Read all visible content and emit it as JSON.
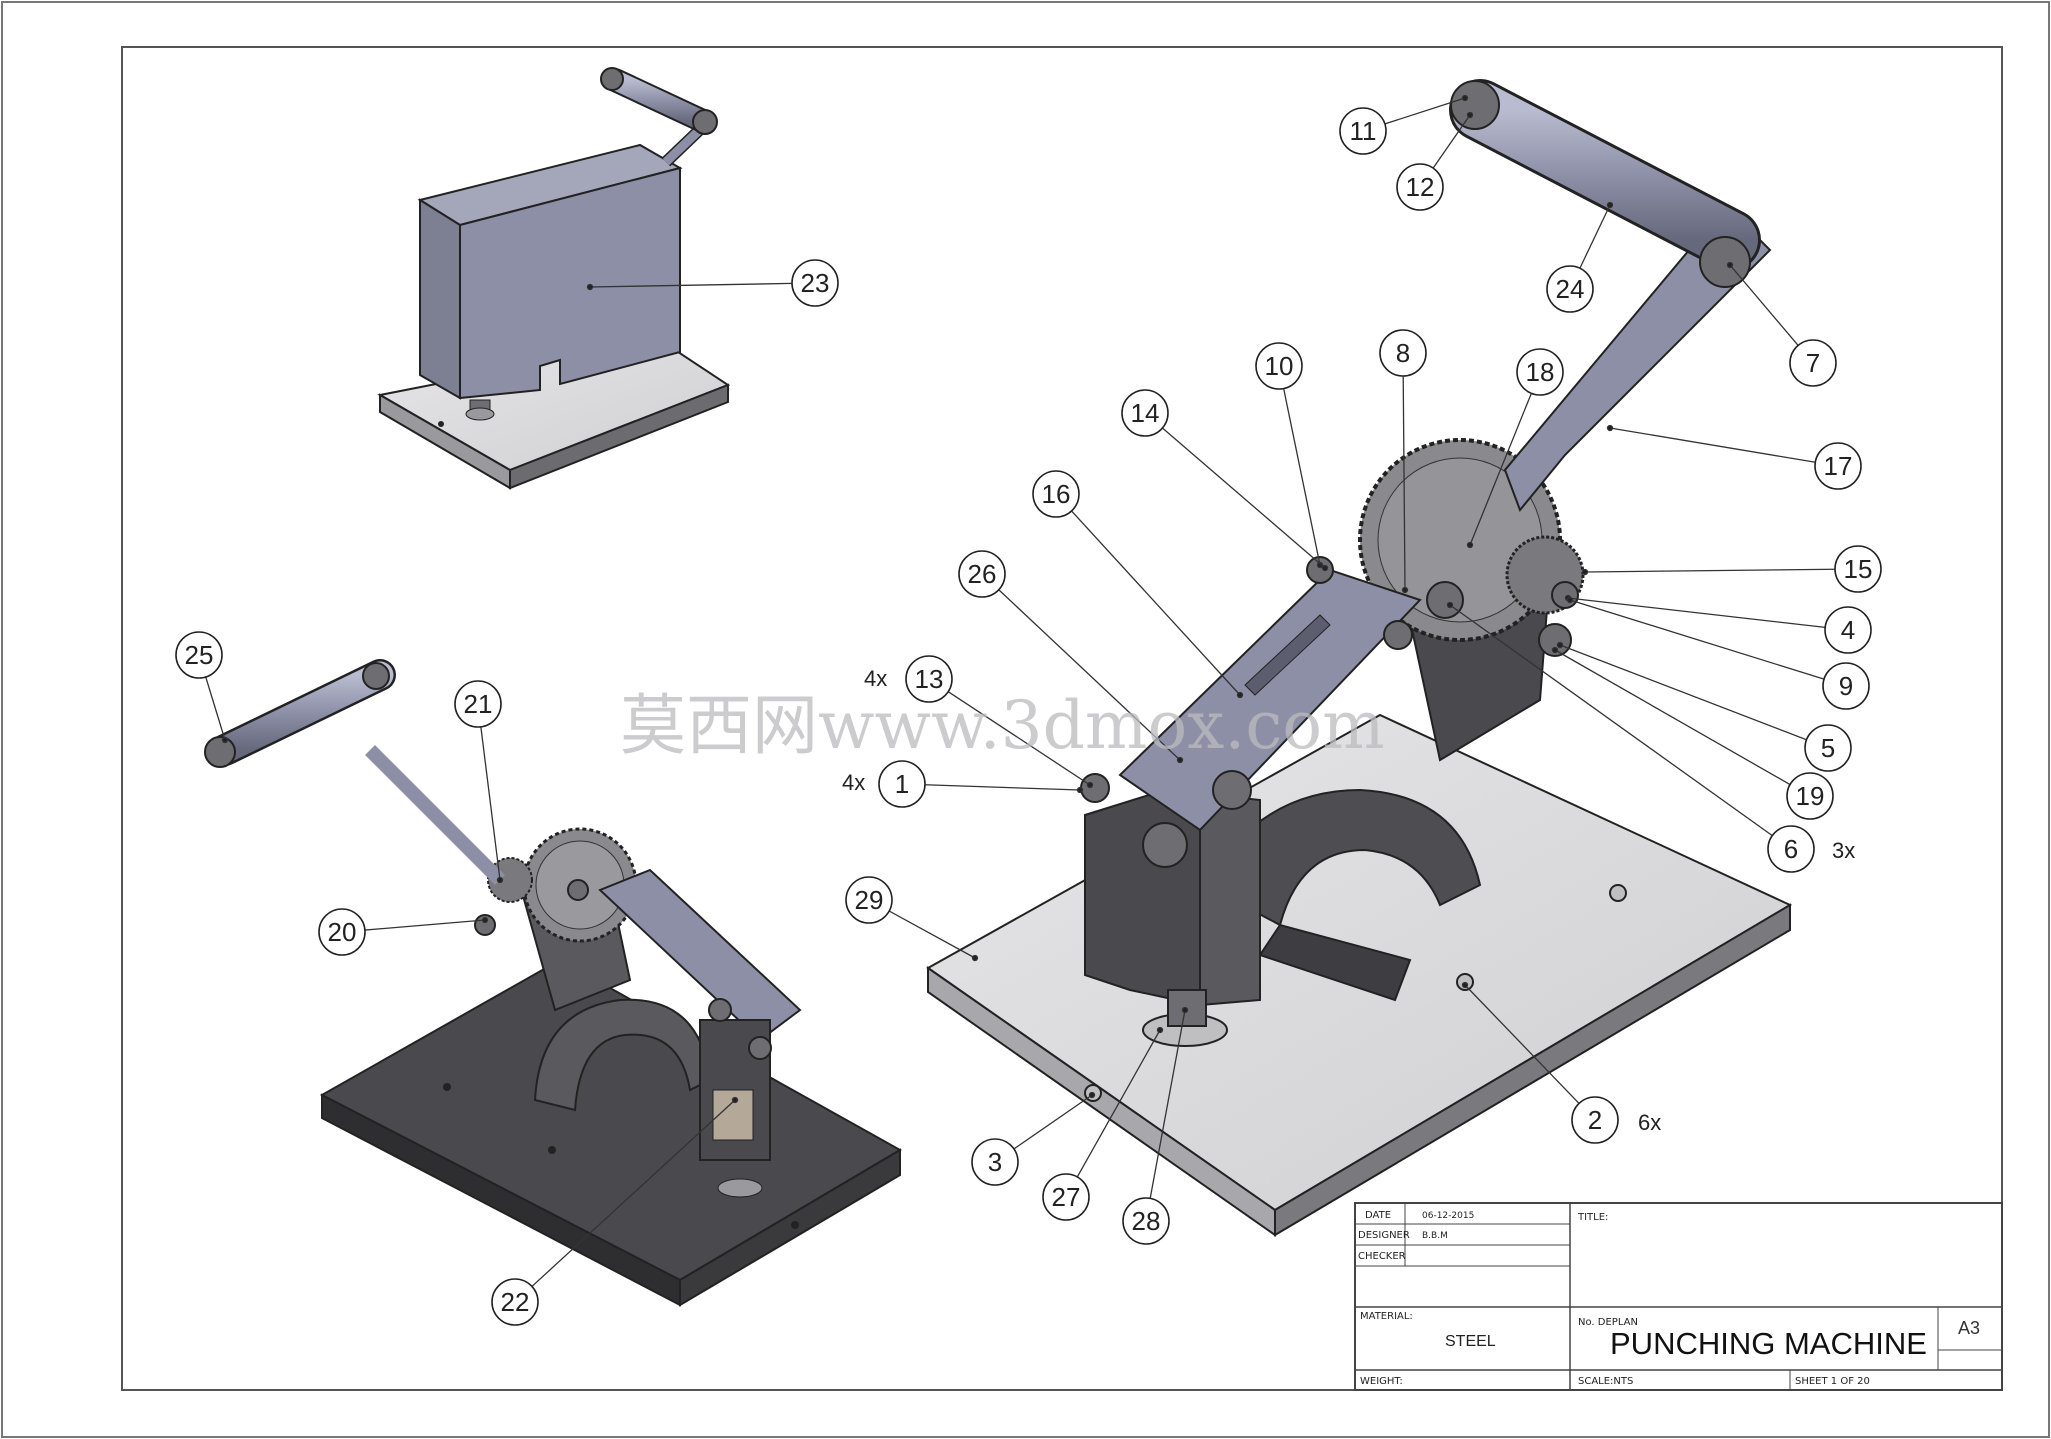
{
  "balloons": [
    {
      "label": "1"
    },
    {
      "label": "2"
    },
    {
      "label": "3"
    },
    {
      "label": "4"
    },
    {
      "label": "5"
    },
    {
      "label": "6"
    },
    {
      "label": "7"
    },
    {
      "label": "8"
    },
    {
      "label": "9"
    },
    {
      "label": "10"
    },
    {
      "label": "11"
    },
    {
      "label": "12"
    },
    {
      "label": "13"
    },
    {
      "label": "14"
    },
    {
      "label": "15"
    },
    {
      "label": "16"
    },
    {
      "label": "17"
    },
    {
      "label": "18"
    },
    {
      "label": "19"
    },
    {
      "label": "20"
    },
    {
      "label": "21"
    },
    {
      "label": "22"
    },
    {
      "label": "23"
    },
    {
      "label": "24"
    },
    {
      "label": "25"
    },
    {
      "label": "26"
    },
    {
      "label": "27"
    },
    {
      "label": "28"
    },
    {
      "label": "29"
    }
  ],
  "quantities": {
    "q13": "4x",
    "q1": "4x",
    "q6": "3x",
    "q2": "6x"
  },
  "watermark": "莫西网www.3dmox.com",
  "title_block": {
    "date_label": "DATE",
    "date_value": "06-12-2015",
    "designer_label": "DESIGNER",
    "designer_value": "B.B.M",
    "checker_label": "CHECKER",
    "title_label": "TITLE:",
    "material_label": "MATERIAL:",
    "material_value": "STEEL",
    "number_label": "No. DEPLAN",
    "title_value": "PUNCHING MACHINE",
    "size": "A3",
    "weight_label": "WEIGHT:",
    "scale_label": "SCALE:NTS",
    "sheet_label": "SHEET 1 OF 20"
  },
  "colors": {
    "part_blue": "#8d8fa6",
    "part_dark": "#4a4a4e",
    "plate_light": "#d8d8da",
    "plate_dark": "#3c3c3e",
    "line": "#222222"
  }
}
